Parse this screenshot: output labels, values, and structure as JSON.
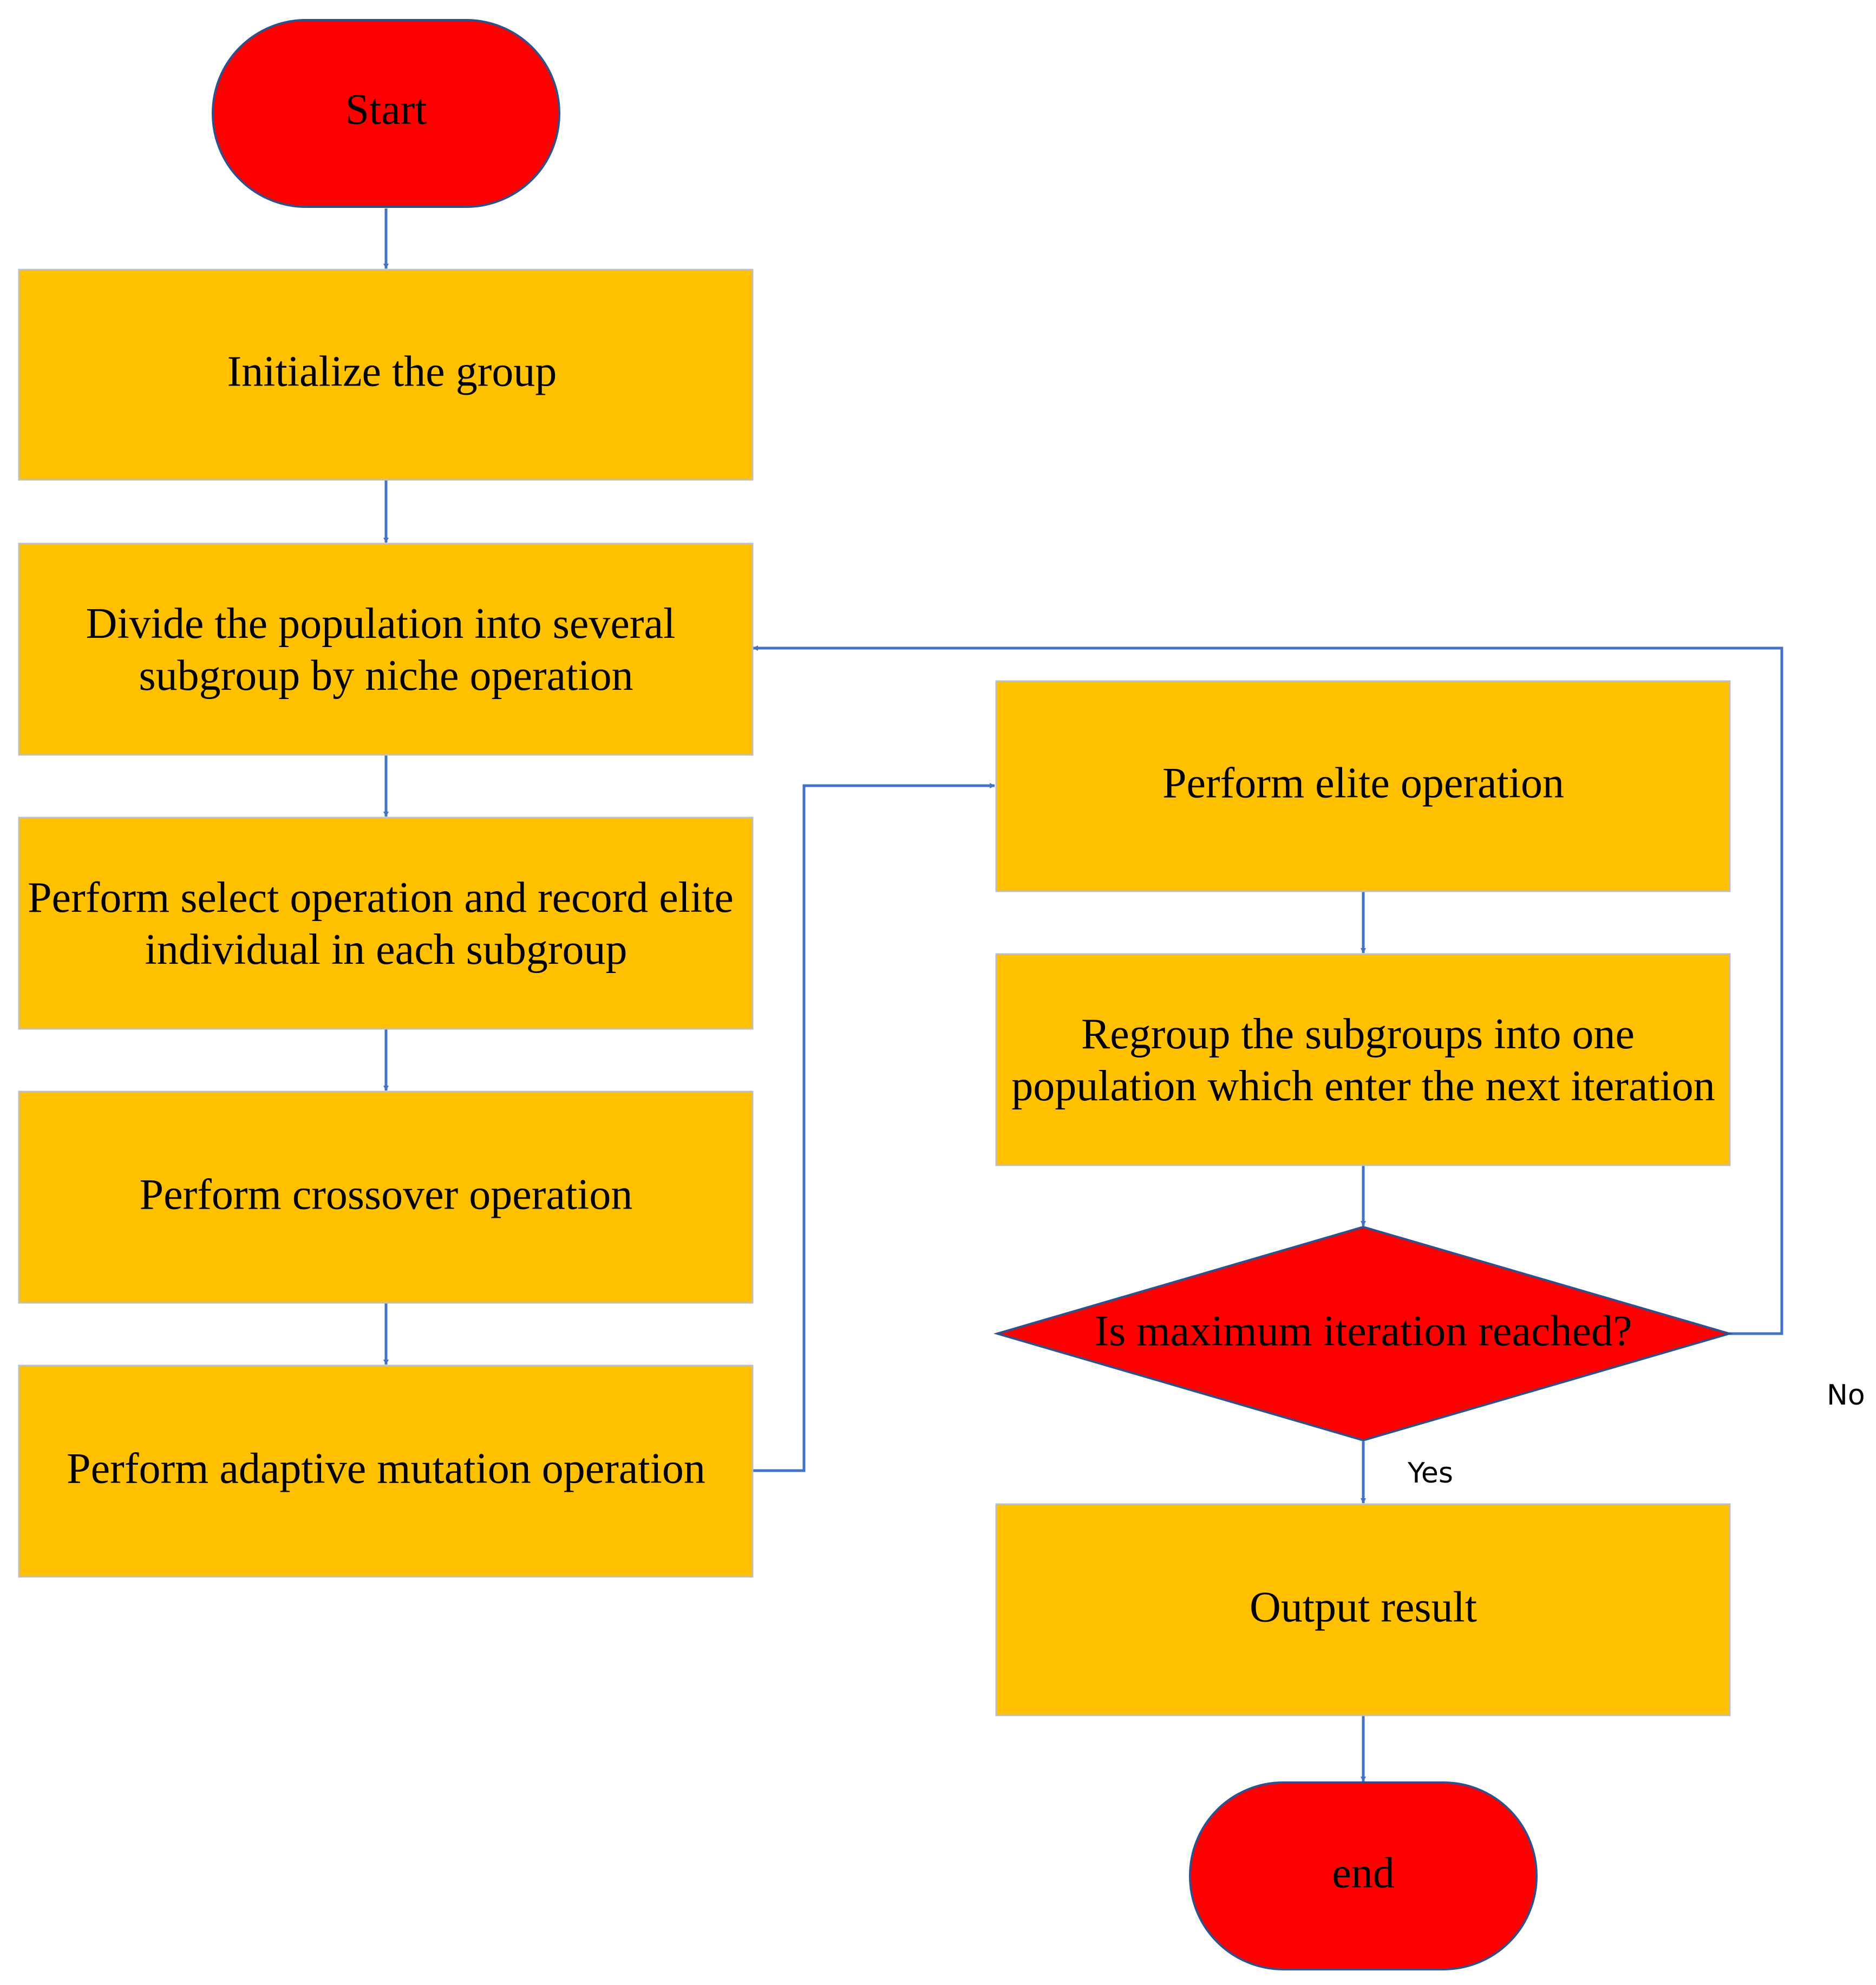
{
  "colors": {
    "terminal_fill": "#FF0000",
    "process_fill": "#FFC000",
    "decision_fill": "#FF0000",
    "outline": "#2F528F",
    "process_outline": "#BFBFBF",
    "connector": "#4472C4"
  },
  "nodes": {
    "start": {
      "label": "Start"
    },
    "initialize": {
      "label": "Initialize the group"
    },
    "divide": {
      "lines": [
        "Divide the population into several",
        "subgroup by niche operation"
      ]
    },
    "select": {
      "lines": [
        "Perform select operation and record elite",
        "individual in each subgroup"
      ]
    },
    "crossover": {
      "label": "Perform crossover operation"
    },
    "mutation": {
      "label": "Perform adaptive mutation operation"
    },
    "elite": {
      "label": "Perform elite operation"
    },
    "regroup": {
      "lines": [
        "Regroup the subgroups into one",
        "population which enter the next iteration"
      ]
    },
    "decision": {
      "label": "Is maximum iteration reached?"
    },
    "output": {
      "label": "Output result"
    },
    "end": {
      "label": "end"
    }
  },
  "edges": {
    "no_label": "No",
    "yes_label": "Yes"
  }
}
